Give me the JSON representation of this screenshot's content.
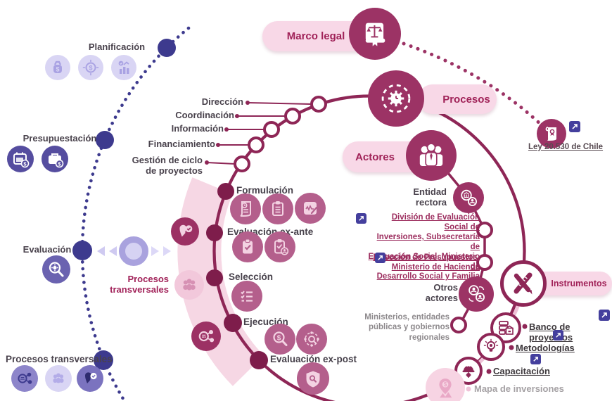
{
  "colors": {
    "maroon": "#9c3164",
    "maroon_line": "#8e2656",
    "maroon_dark": "#7e1d4b",
    "pill_bg": "#f8d8e7",
    "pill_text": "#a02258",
    "crescent": "#f6d7e4",
    "mauve_icon": "#b45f8c",
    "mauve_glyph": "#f3d2e2",
    "indigo": "#3d3a8e",
    "purple_mid": "#6a62b0",
    "purple_light": "#d9d5f4",
    "ext_link": "#443f9d",
    "gray_text": "#8d898c"
  },
  "badges": {
    "marco_legal": "Marco legal",
    "procesos": "Procesos",
    "actores": "Actores",
    "instrumentos": "Instrumentos"
  },
  "left_flow": {
    "items": [
      {
        "label": "Planificación",
        "icons": [
          "money-bag",
          "coin",
          "chart-growth"
        ]
      },
      {
        "label": "Presupuestación",
        "icons": [
          "calendar-money",
          "briefcase-money"
        ]
      },
      {
        "label": "Evaluación",
        "icons": [
          "magnifier-gear"
        ]
      },
      {
        "label": "Procesos transversales",
        "icons": [
          "bank-network",
          "people-group",
          "chat-check"
        ]
      }
    ]
  },
  "carousel": {
    "icons": [
      "prev-arrows",
      "current-dot",
      "next-arrows"
    ]
  },
  "process_labels": [
    "Dirección",
    "Coordinación",
    "Información",
    "Financiamiento",
    "Gestión de ciclo\nde proyectos"
  ],
  "stages": [
    {
      "label": "Formulación",
      "icons": [
        "scroll-clock",
        "clipboard-list",
        "signature-pad"
      ]
    },
    {
      "label": "Evaluación ex-ante",
      "icons": [
        "clipboard-check",
        "clipboard-person"
      ]
    },
    {
      "label": "Selección",
      "icons": [
        "checklist"
      ]
    },
    {
      "label": "Ejecución",
      "icons": [
        "coin-magnifier",
        "network-magnifier"
      ]
    },
    {
      "label": "Evaluación ex-post",
      "icons": [
        "shield-magnifier"
      ]
    }
  ],
  "transversal_center": {
    "label": "Procesos\ntransversales"
  },
  "legal": {
    "link_label": "Ley 20.530 de Chile"
  },
  "actors": {
    "entidad_title": "Entidad\nrectora",
    "link1_lines": [
      "División de Evaluación Social de",
      "Inversiones, Subsecretaría de",
      "Evaluación Social, Ministerio de",
      "Desarrollo Social y Familia"
    ],
    "link2_lines": [
      "Dirección de Presupuestos,",
      "Ministerio de Hacienda"
    ],
    "otros_title": "Otros\nactores",
    "otros_desc": "Ministerios, entidades\npúblicas y gobiernos\nregionales"
  },
  "instruments": {
    "banco": "Banco de proyectos",
    "metodologias": "Metodologías",
    "capacitacion": "Capacitación",
    "mapa": "Mapa de inversiones"
  }
}
